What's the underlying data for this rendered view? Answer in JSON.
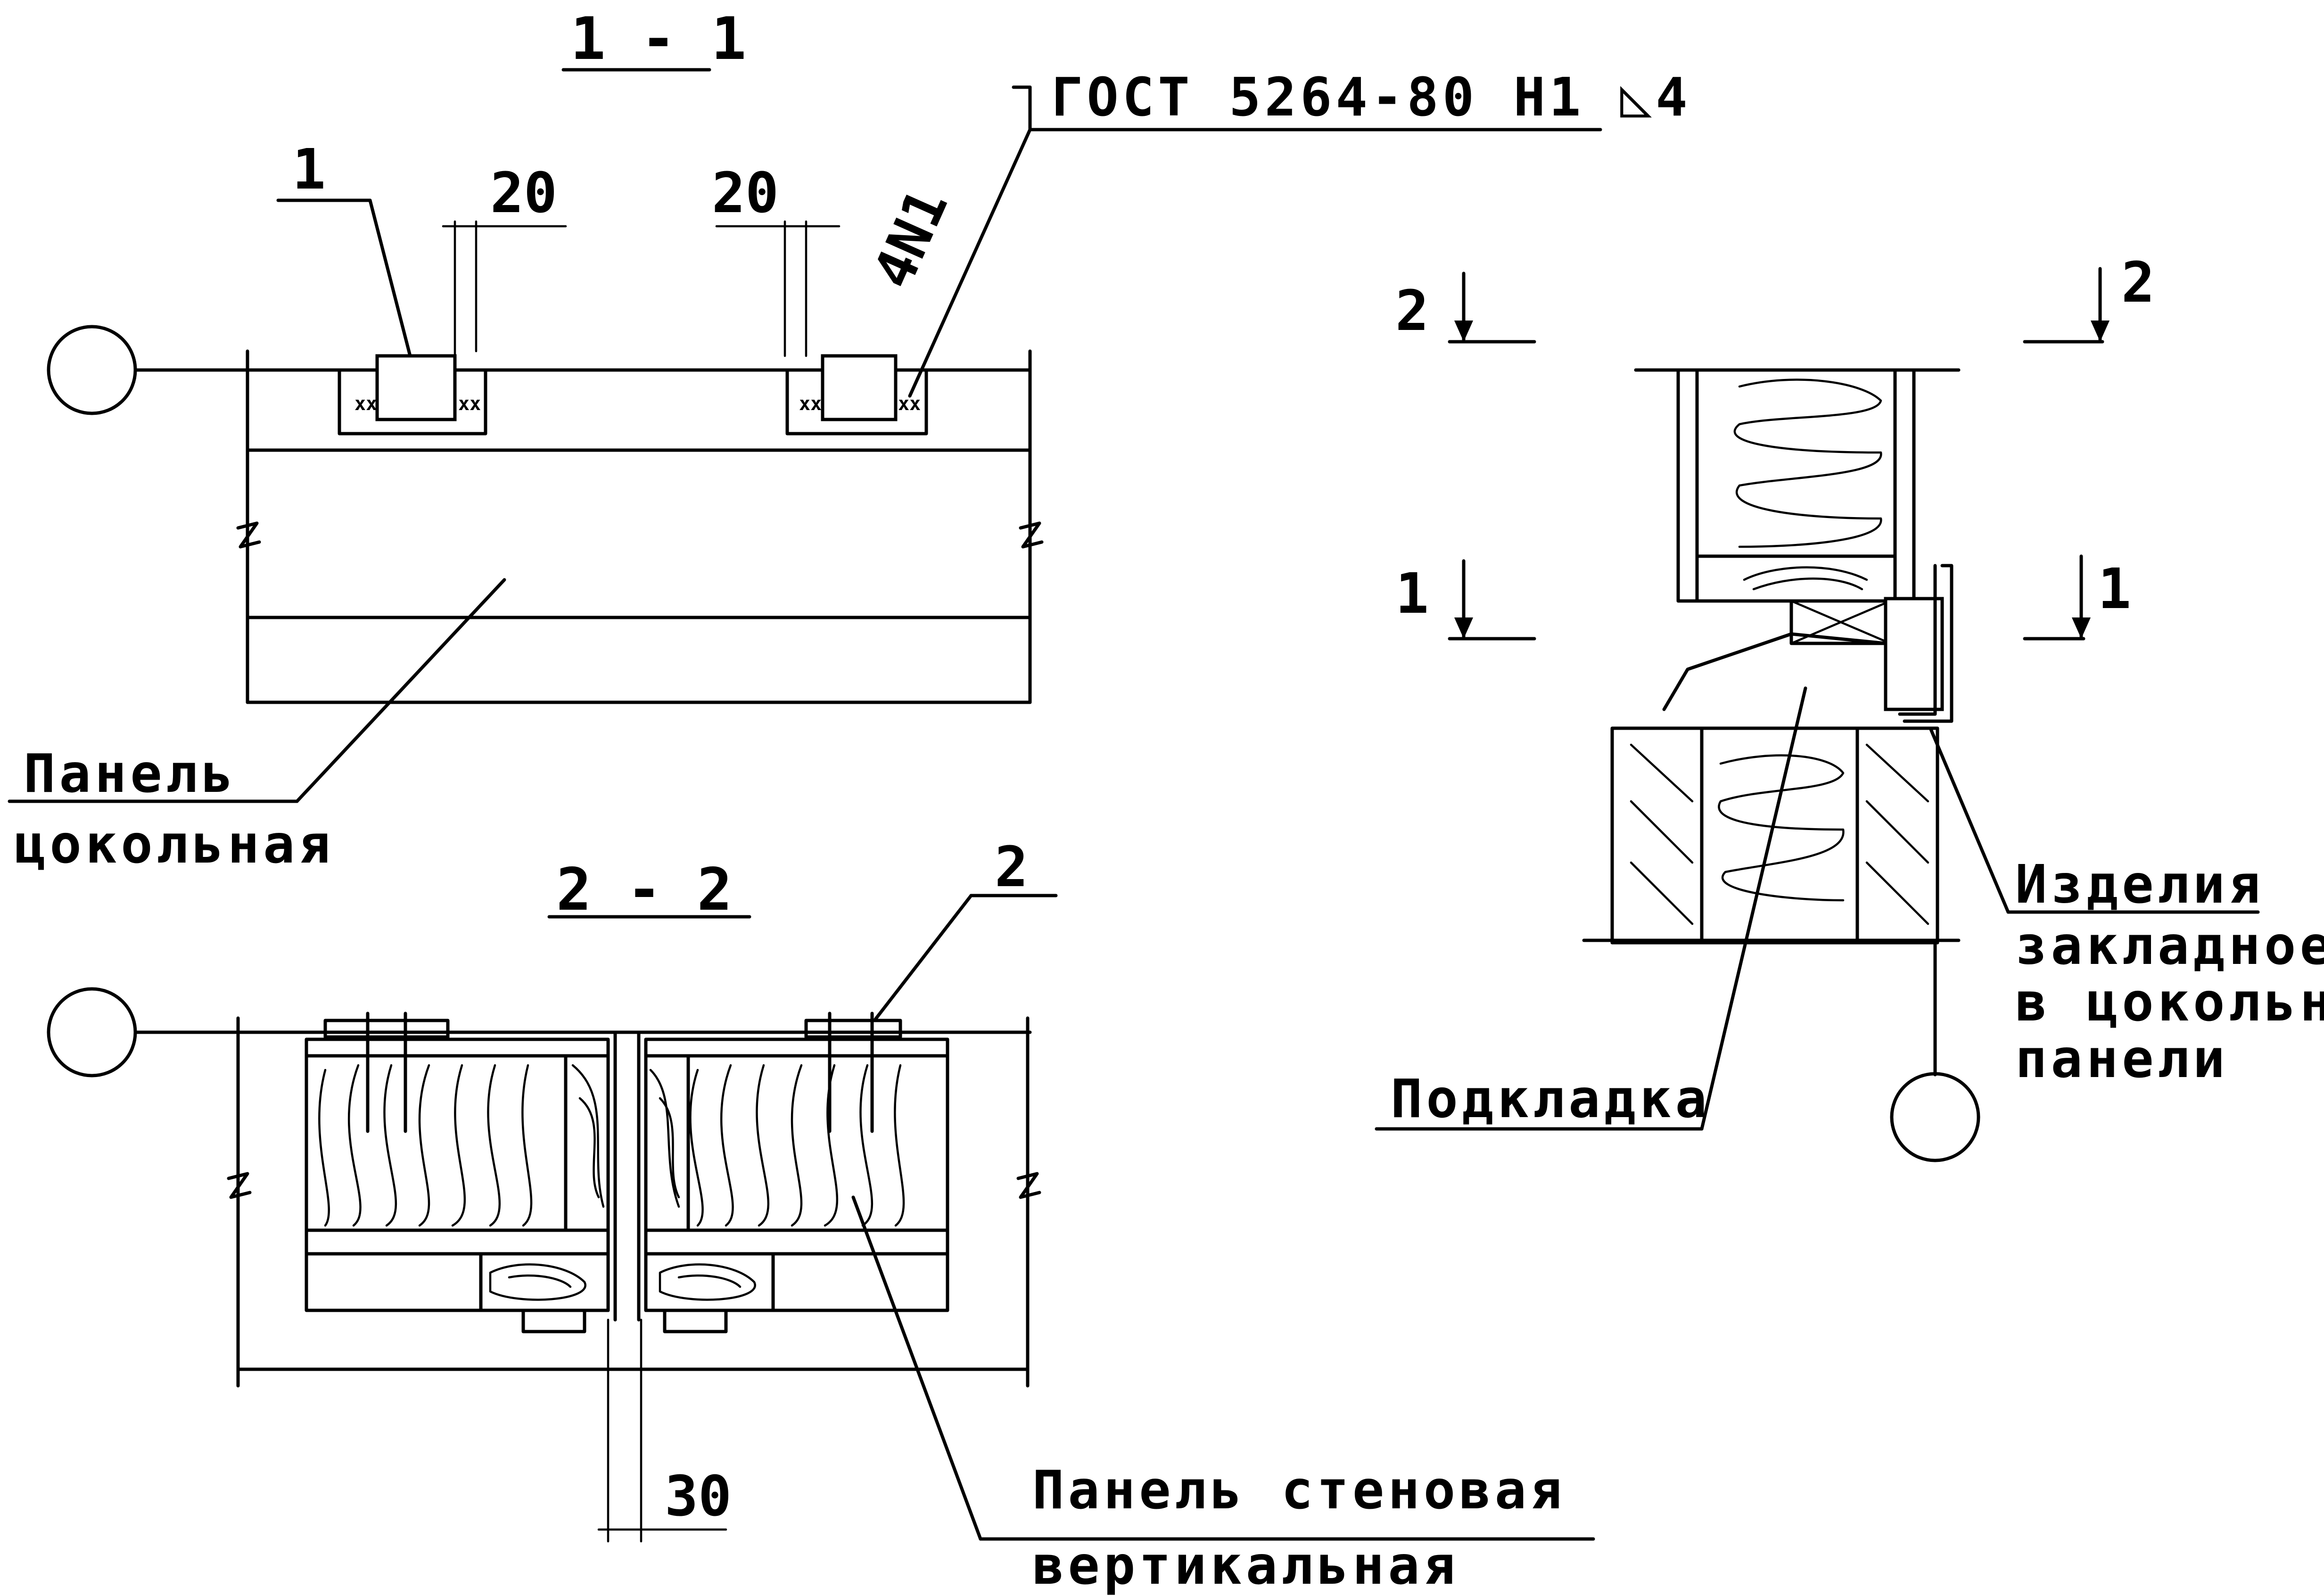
{
  "sections": {
    "s11": "1 - 1",
    "s22": "2 - 2",
    "cut1_left": "1",
    "cut1_right": "1",
    "cut2_left": "2",
    "cut2_right": "2"
  },
  "callouts": {
    "item1": "1",
    "item2": "2",
    "weld": "ГОСТ 5264-80 Н1 ◺4",
    "weld_len": "4N1"
  },
  "dimensions": {
    "d20_left": "20",
    "d20_right": "20",
    "d30": "30"
  },
  "labels": {
    "plinth_panel_1": "Панель",
    "plinth_panel_2": "цокольная",
    "wall_panel_1": "Панель  стеновая",
    "wall_panel_2": "вертикальная",
    "shim": "Подкладка",
    "embed_1": "Изделия",
    "embed_2": "закладное,",
    "embed_3": "в цокольной",
    "embed_4": "панели"
  },
  "colors": {
    "ink": "#000000",
    "paper": "#ffffff"
  }
}
